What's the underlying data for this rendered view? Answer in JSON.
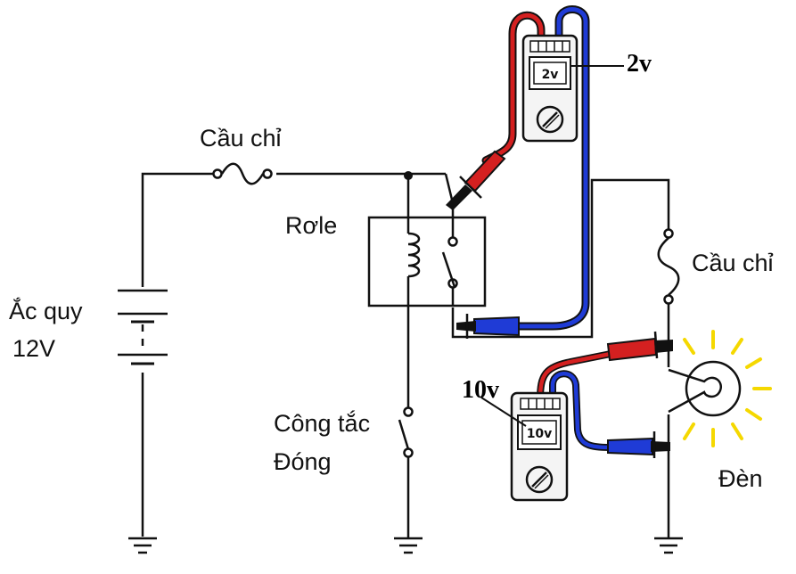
{
  "labels": {
    "fuse_top": "Cầu chỉ",
    "fuse_right": "Cầu chỉ",
    "relay": "Rơle",
    "battery_line1": "Ắc quy",
    "battery_line2": "12V",
    "switch_line1": "Công tắc",
    "switch_line2": "Đóng",
    "lamp": "Đèn"
  },
  "meter_top": {
    "display": "2v",
    "callout": "2v"
  },
  "meter_bottom": {
    "display": "10v",
    "callout": "10v"
  },
  "colors": {
    "wire": "#111111",
    "probe_red": "#d42020",
    "probe_blue": "#1f3bd6",
    "glow": "#f5d800",
    "meter_body": "#f4f4f4"
  },
  "icons": [
    "fuse-icon",
    "relay-coil-icon",
    "relay-contact-icon",
    "battery-icon",
    "switch-icon",
    "lamp-icon",
    "ground-icon",
    "multimeter-icon",
    "probe-clip-icon"
  ]
}
